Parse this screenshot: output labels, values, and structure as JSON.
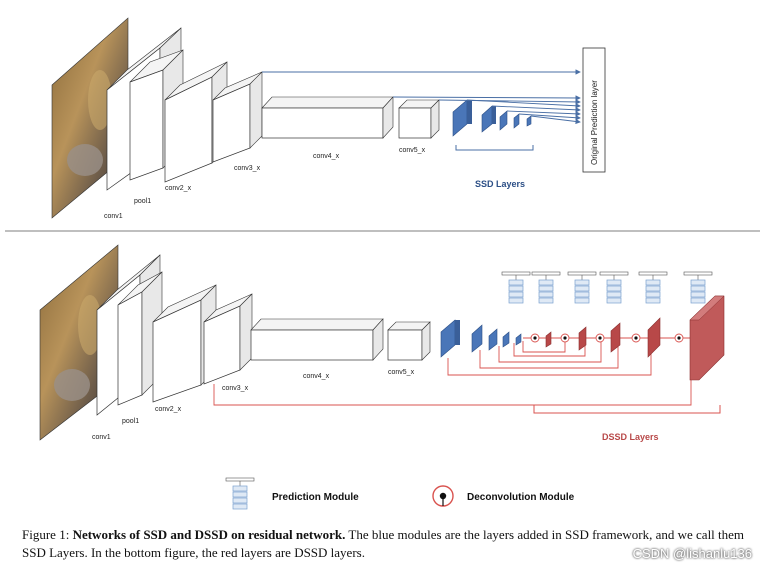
{
  "top": {
    "labels": {
      "conv1": "conv1",
      "pool1": "pool1",
      "conv2": "conv2_x",
      "conv3": "conv3_x",
      "conv4": "conv4_x",
      "conv5": "conv5_x",
      "group": "SSD Layers",
      "prediction_layer": "Original Prediction layer"
    }
  },
  "bottom": {
    "labels": {
      "conv1": "conv1",
      "pool1": "pool1",
      "conv2": "conv2_x",
      "conv3": "conv3_x",
      "conv4": "conv4_x",
      "conv5": "conv5_x",
      "group": "DSSD Layers"
    }
  },
  "legend": {
    "prediction_module": "Prediction Module",
    "deconvolution_module": "Deconvolution  Module"
  },
  "caption": {
    "prefix": "Figure 1: ",
    "bold": "Networks of SSD and DSSD on residual network.",
    "rest": " The blue modules are the layers added in SSD framework, and we call them SSD Layers. In the bottom figure, the red layers are DSSD layers."
  },
  "watermark": "CSDN @lishanlu136",
  "colors": {
    "ssd_blue": "#4a76b8",
    "dssd_red": "#b84848",
    "line_blue": "#4a6fa5",
    "line_red": "#d9534f",
    "module_blue": "#7ba0cf"
  }
}
